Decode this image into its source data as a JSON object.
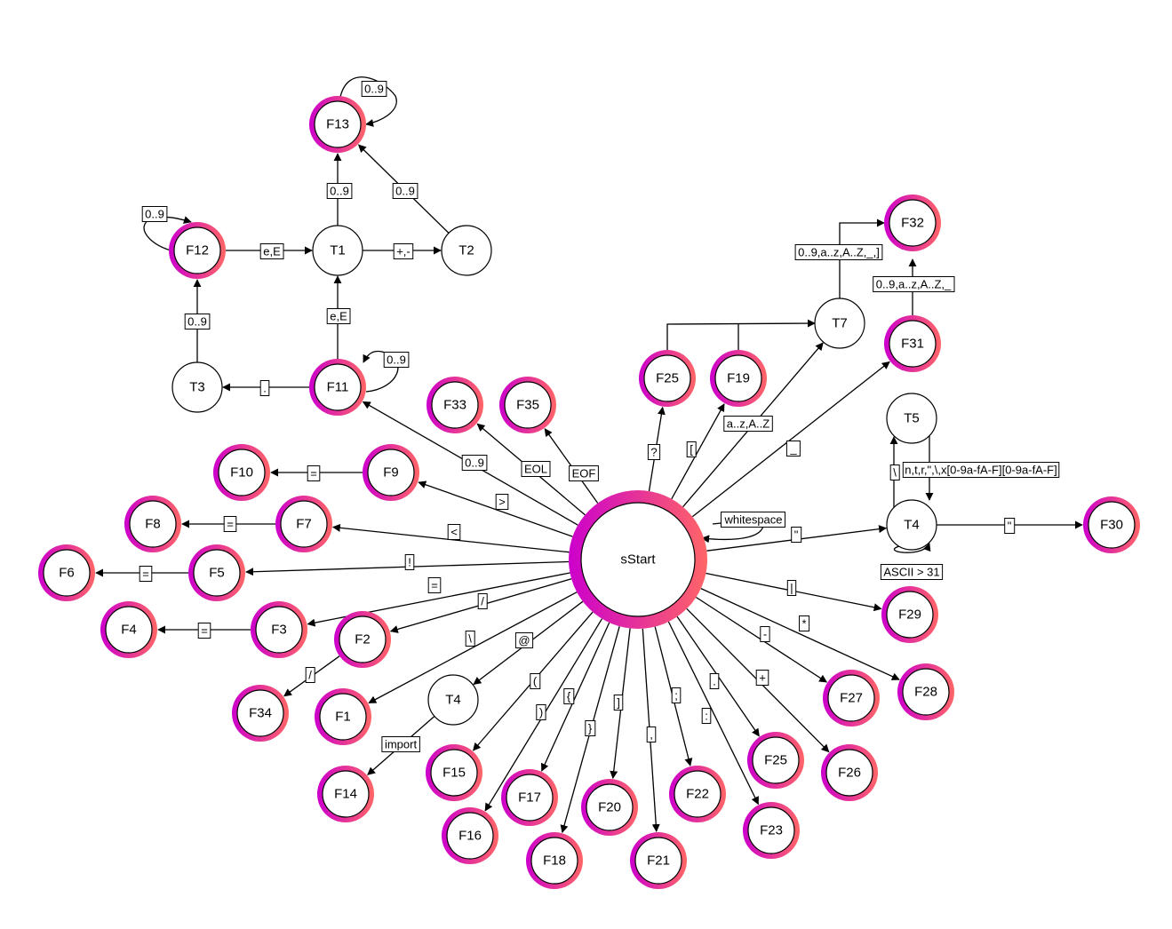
{
  "diagram": {
    "nodes": [
      {
        "id": "sStart",
        "label": "sStart",
        "final": true
      },
      {
        "id": "F13",
        "label": "F13",
        "final": true
      },
      {
        "id": "F12",
        "label": "F12",
        "final": true
      },
      {
        "id": "T1",
        "label": "T1",
        "final": false
      },
      {
        "id": "T2",
        "label": "T2",
        "final": false
      },
      {
        "id": "T3",
        "label": "T3",
        "final": false
      },
      {
        "id": "F11",
        "label": "F11",
        "final": true
      },
      {
        "id": "F33",
        "label": "F33",
        "final": true
      },
      {
        "id": "F35",
        "label": "F35",
        "final": true
      },
      {
        "id": "F10",
        "label": "F10",
        "final": true
      },
      {
        "id": "F9",
        "label": "F9",
        "final": true
      },
      {
        "id": "F8",
        "label": "F8",
        "final": true
      },
      {
        "id": "F7",
        "label": "F7",
        "final": true
      },
      {
        "id": "F6",
        "label": "F6",
        "final": true
      },
      {
        "id": "F5",
        "label": "F5",
        "final": true
      },
      {
        "id": "F4",
        "label": "F4",
        "final": true
      },
      {
        "id": "F3",
        "label": "F3",
        "final": true
      },
      {
        "id": "F2",
        "label": "F2",
        "final": true
      },
      {
        "id": "F34",
        "label": "F34",
        "final": true
      },
      {
        "id": "F1",
        "label": "F1",
        "final": true
      },
      {
        "id": "T4a",
        "label": "T4",
        "final": false
      },
      {
        "id": "F14",
        "label": "F14",
        "final": true
      },
      {
        "id": "F15",
        "label": "F15",
        "final": true
      },
      {
        "id": "F16",
        "label": "F16",
        "final": true
      },
      {
        "id": "F17",
        "label": "F17",
        "final": true
      },
      {
        "id": "F18",
        "label": "F18",
        "final": true
      },
      {
        "id": "F20",
        "label": "F20",
        "final": true
      },
      {
        "id": "F21",
        "label": "F21",
        "final": true
      },
      {
        "id": "F22",
        "label": "F22",
        "final": true
      },
      {
        "id": "F23",
        "label": "F23",
        "final": true
      },
      {
        "id": "F25b",
        "label": "F25",
        "final": true
      },
      {
        "id": "F26",
        "label": "F26",
        "final": true
      },
      {
        "id": "F27",
        "label": "F27",
        "final": true
      },
      {
        "id": "F28",
        "label": "F28",
        "final": true
      },
      {
        "id": "F29",
        "label": "F29",
        "final": true
      },
      {
        "id": "T4b",
        "label": "T4",
        "final": false
      },
      {
        "id": "T5",
        "label": "T5",
        "final": false
      },
      {
        "id": "F30",
        "label": "F30",
        "final": true
      },
      {
        "id": "F25a",
        "label": "F25",
        "final": true
      },
      {
        "id": "F19",
        "label": "F19",
        "final": true
      },
      {
        "id": "T7",
        "label": "T7",
        "final": false
      },
      {
        "id": "F32",
        "label": "F32",
        "final": true
      },
      {
        "id": "F31",
        "label": "F31",
        "final": true
      }
    ],
    "edges": [
      {
        "from": "F12",
        "to": "T1",
        "label": "e,E"
      },
      {
        "from": "T1",
        "to": "T2",
        "label": "+,-"
      },
      {
        "from": "T1",
        "to": "F13",
        "label": "0..9"
      },
      {
        "from": "T2",
        "to": "F13",
        "label": "0..9"
      },
      {
        "from": "F11",
        "to": "T1",
        "label": "e,E"
      },
      {
        "from": "F11",
        "to": "T3",
        "label": "."
      },
      {
        "from": "T3",
        "to": "F12",
        "label": "0..9"
      },
      {
        "from": "F13",
        "to": "F13",
        "label": "0..9"
      },
      {
        "from": "F12",
        "to": "F12",
        "label": "0..9"
      },
      {
        "from": "F11",
        "to": "F11",
        "label": "0..9"
      },
      {
        "from": "sStart",
        "to": "F11",
        "label": "0..9"
      },
      {
        "from": "sStart",
        "to": "F33",
        "label": "EOL"
      },
      {
        "from": "sStart",
        "to": "F35",
        "label": "EOF"
      },
      {
        "from": "sStart",
        "to": "F9",
        "label": ">"
      },
      {
        "from": "F9",
        "to": "F10",
        "label": "="
      },
      {
        "from": "sStart",
        "to": "F7",
        "label": "<"
      },
      {
        "from": "F7",
        "to": "F8",
        "label": "="
      },
      {
        "from": "sStart",
        "to": "F5",
        "label": "!"
      },
      {
        "from": "F5",
        "to": "F6",
        "label": "="
      },
      {
        "from": "sStart",
        "to": "F3",
        "label": "="
      },
      {
        "from": "F3",
        "to": "F4",
        "label": "="
      },
      {
        "from": "sStart",
        "to": "F2",
        "label": "/"
      },
      {
        "from": "F2",
        "to": "F34",
        "label": "/"
      },
      {
        "from": "sStart",
        "to": "F1",
        "label": "\\"
      },
      {
        "from": "sStart",
        "to": "T4a",
        "label": "@"
      },
      {
        "from": "T4a",
        "to": "F14",
        "label": "import"
      },
      {
        "from": "sStart",
        "to": "F15",
        "label": "("
      },
      {
        "from": "sStart",
        "to": "F16",
        "label": ")"
      },
      {
        "from": "sStart",
        "to": "F17",
        "label": "{"
      },
      {
        "from": "sStart",
        "to": "F18",
        "label": "}"
      },
      {
        "from": "sStart",
        "to": "F20",
        "label": "]"
      },
      {
        "from": "sStart",
        "to": "F21",
        "label": ","
      },
      {
        "from": "sStart",
        "to": "F22",
        "label": ";"
      },
      {
        "from": "sStart",
        "to": "F23",
        "label": ":"
      },
      {
        "from": "sStart",
        "to": "F25b",
        "label": "."
      },
      {
        "from": "sStart",
        "to": "F26",
        "label": "+"
      },
      {
        "from": "sStart",
        "to": "F27",
        "label": "-"
      },
      {
        "from": "sStart",
        "to": "F28",
        "label": "*"
      },
      {
        "from": "sStart",
        "to": "F29",
        "label": "|"
      },
      {
        "from": "sStart",
        "to": "T4b",
        "label": "\""
      },
      {
        "from": "T4b",
        "to": "F30",
        "label": "\""
      },
      {
        "from": "T4b",
        "to": "T5",
        "label": "\\"
      },
      {
        "from": "T5",
        "to": "T4b",
        "label": "n,t,r,\",\\,x[0-9a-fA-F][0-9a-fA-F]"
      },
      {
        "from": "T4b",
        "to": "T4b",
        "label": "ASCII > 31"
      },
      {
        "from": "sStart",
        "to": "sStart",
        "label": "whitespace"
      },
      {
        "from": "sStart",
        "to": "F25a",
        "label": "?"
      },
      {
        "from": "sStart",
        "to": "F19",
        "label": "["
      },
      {
        "from": "sStart",
        "to": "T7",
        "label": "a..z,A..Z"
      },
      {
        "from": "F25a",
        "to": "T7",
        "label": ""
      },
      {
        "from": "F19",
        "to": "T7",
        "label": ""
      },
      {
        "from": "T7",
        "to": "F32",
        "label": "0..9,a..z,A..Z,_,]"
      },
      {
        "from": "sStart",
        "to": "F31",
        "label": "_"
      },
      {
        "from": "F31",
        "to": "F32",
        "label": "0..9,a..z,A..Z,_"
      }
    ]
  },
  "colors": {
    "ring_start": "#cc00cc",
    "ring_end": "#ff6666",
    "stroke": "#000000",
    "background": "#ffffff"
  }
}
